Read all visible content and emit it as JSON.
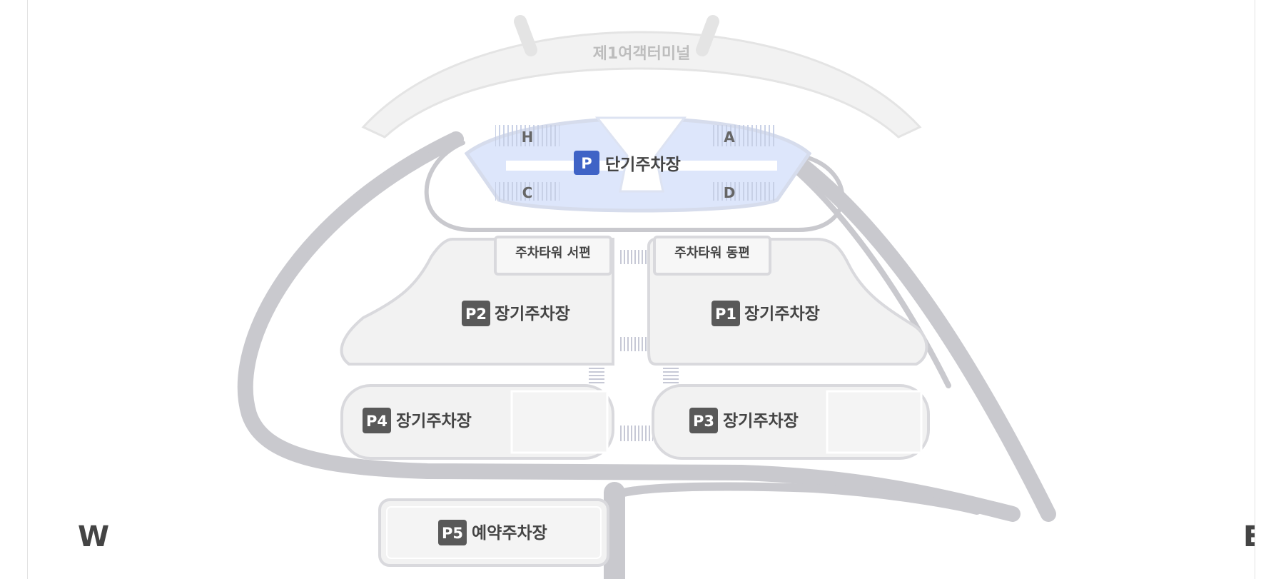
{
  "terminal": {
    "label": "제1여객터미널"
  },
  "short_term": {
    "badge": "P",
    "label": "단기주차장",
    "gates": {
      "h": "H",
      "a": "A",
      "c": "C",
      "d": "D"
    }
  },
  "towers": {
    "west": "주차타워 서편",
    "east": "주차타워 동편"
  },
  "lots": {
    "p2": {
      "badge": "P2",
      "label": "장기주차장"
    },
    "p1": {
      "badge": "P1",
      "label": "장기주차장"
    },
    "p4": {
      "badge": "P4",
      "label": "장기주차장"
    },
    "p3": {
      "badge": "P3",
      "label": "장기주차장"
    },
    "p5": {
      "badge": "P5",
      "label": "예약주차장"
    }
  },
  "compass": {
    "west": "W",
    "east": "E"
  },
  "colors": {
    "road": "#c9c9ce",
    "lot_fill": "#f2f2f2",
    "lot_border": "#d9d9dd",
    "short_term_fill": "#dde6fb",
    "short_term_badge": "#3f63c6",
    "lot_badge": "#595959"
  }
}
